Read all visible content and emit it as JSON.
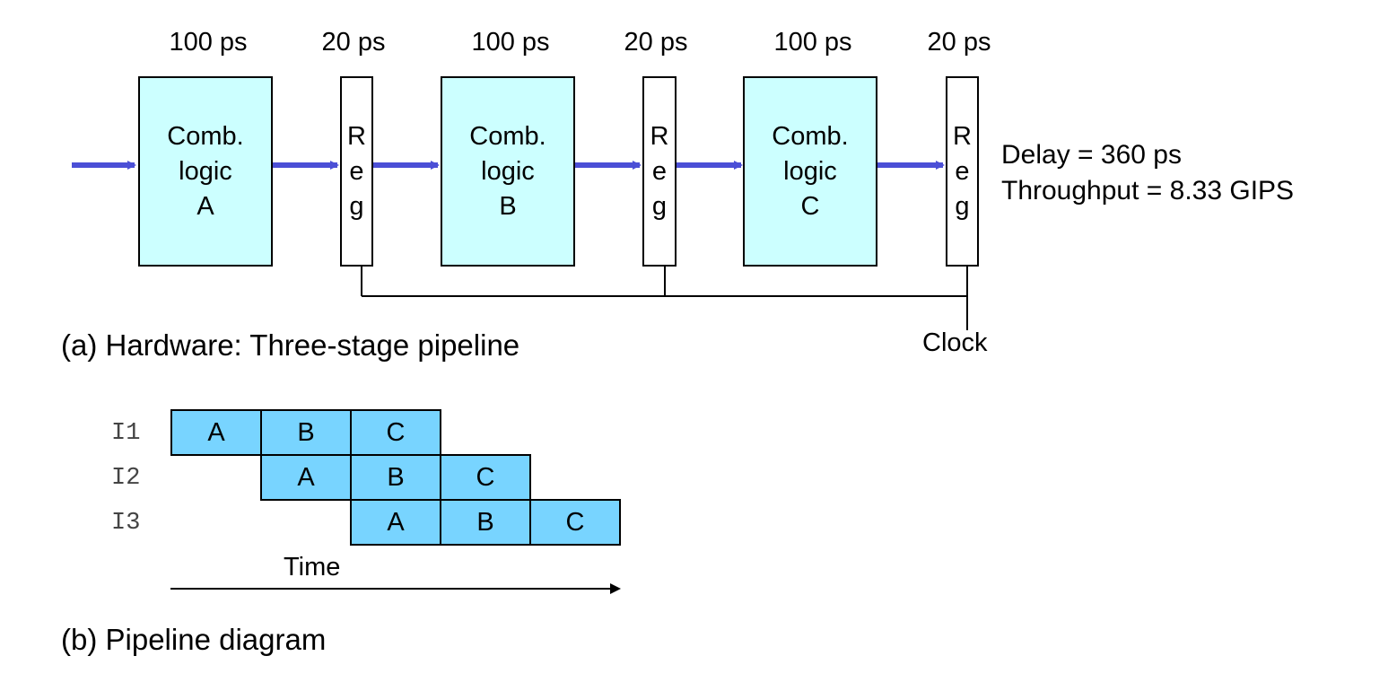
{
  "hardware": {
    "delays": [
      "100 ps",
      "20 ps",
      "100 ps",
      "20 ps",
      "100 ps",
      "20 ps"
    ],
    "stages": [
      {
        "lines": [
          "Comb.",
          "logic",
          "A"
        ]
      },
      {
        "lines": [
          "Comb.",
          "logic",
          "B"
        ]
      },
      {
        "lines": [
          "Comb.",
          "logic",
          "C"
        ]
      }
    ],
    "register_letters": [
      "R",
      "e",
      "g"
    ],
    "info": {
      "delay": "Delay = 360 ps",
      "throughput": "Throughput = 8.33 GIPS"
    },
    "clock_label": "Clock",
    "caption": "(a) Hardware: Three-stage pipeline",
    "colors": {
      "arrow": "#4b4fd6",
      "comb_fill": "#ccffff",
      "reg_fill": "#ffffff"
    }
  },
  "pipeline": {
    "instructions": [
      {
        "label": "I1",
        "stages": [
          "A",
          "B",
          "C"
        ]
      },
      {
        "label": "I2",
        "stages": [
          "A",
          "B",
          "C"
        ]
      },
      {
        "label": "I3",
        "stages": [
          "A",
          "B",
          "C"
        ]
      }
    ],
    "time_label": "Time",
    "caption": "(b) Pipeline diagram",
    "colors": {
      "cell_fill": "#78d4ff"
    }
  }
}
